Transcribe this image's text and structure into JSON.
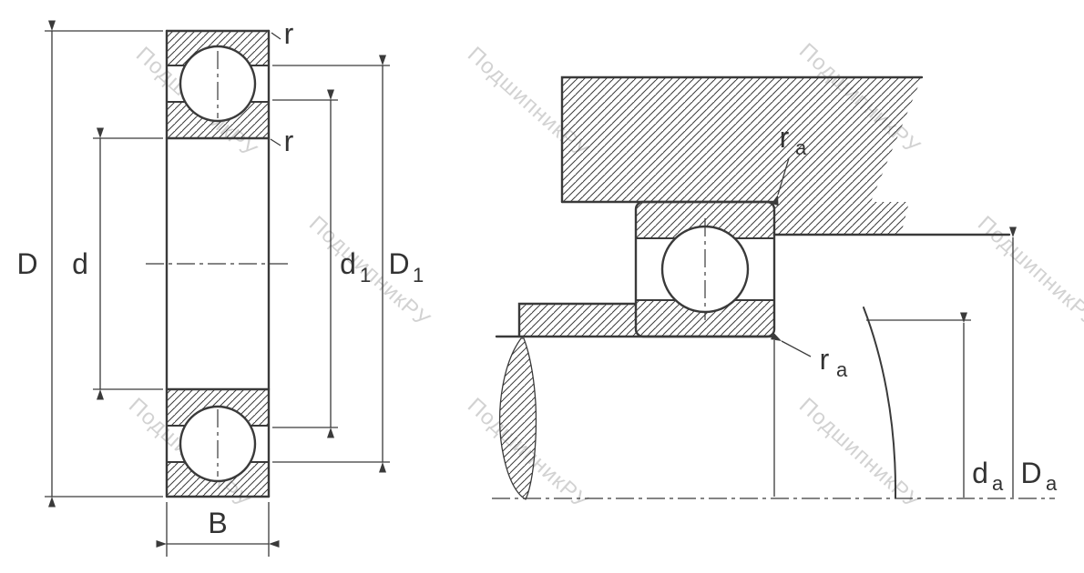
{
  "watermark": {
    "text": "ПодшипникРУ"
  },
  "colors": {
    "line": "#3a3a3a",
    "label": "#333333",
    "watermark": "#c8c8c8",
    "background": "#ffffff"
  },
  "left_view": {
    "description": "deep groove ball bearing cross-section",
    "labels": {
      "outer_diameter": "D",
      "bore": "d",
      "inner_shoulder_main": "d",
      "inner_shoulder_sub": "1",
      "outer_shoulder_main": "D",
      "outer_shoulder_sub": "1",
      "width": "B",
      "corner_radius_top": "r",
      "corner_radius_bottom": "r"
    }
  },
  "right_view": {
    "description": "bearing mounted on shaft in housing",
    "labels": {
      "fillet_top_main": "r",
      "fillet_top_sub": "a",
      "fillet_bottom_main": "r",
      "fillet_bottom_sub": "a",
      "shaft_abutment_main": "d",
      "shaft_abutment_sub": "a",
      "housing_abutment_main": "D",
      "housing_abutment_sub": "a"
    }
  }
}
